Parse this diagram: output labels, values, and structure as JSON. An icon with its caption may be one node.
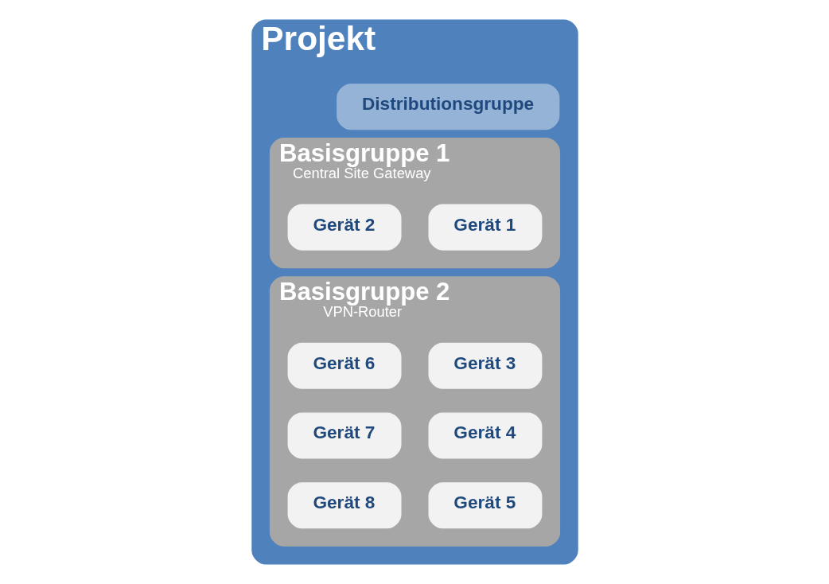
{
  "diagram": {
    "nodes": [
      {
        "text": [
          "Projekt"
        ]
      },
      {
        "text": [
          "Distributionsgruppe"
        ],
        "in": 0
      },
      {
        "text": [
          "Basisgruppe 1",
          "Central Site Gateway"
        ],
        "in": 0
      },
      {
        "text": [
          "Gerät 1"
        ],
        "in": 2
      },
      {
        "text": [
          "Gerät 2"
        ],
        "in": 2
      },
      {
        "text": [
          "Basisgruppe 2",
          "VPN-Router"
        ],
        "in": 0
      },
      {
        "text": [
          "Gerät 3"
        ],
        "in": 5
      },
      {
        "text": [
          "Gerät 6"
        ],
        "in": 5
      },
      {
        "text": [
          "Gerät 4"
        ],
        "in": 5
      },
      {
        "text": [
          "Gerät 7"
        ],
        "in": 5
      },
      {
        "text": [
          "Gerät 5"
        ],
        "in": 5
      },
      {
        "text": [
          "Gerät 8"
        ],
        "in": 5
      }
    ],
    "edges": []
  }
}
